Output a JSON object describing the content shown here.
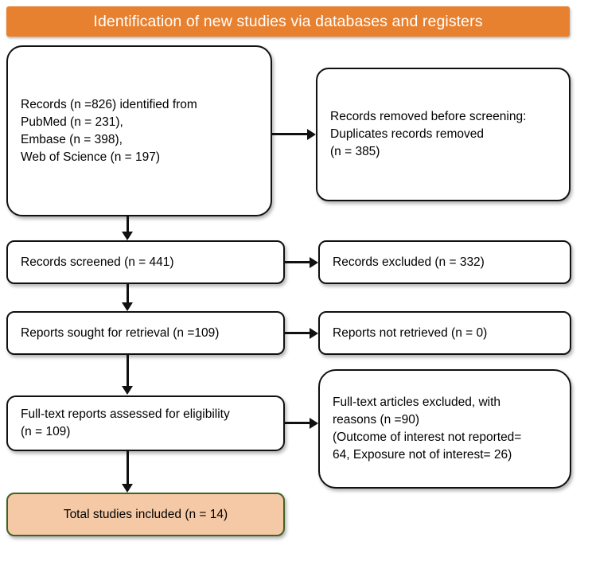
{
  "diagram": {
    "type": "prisma-flow-diagram",
    "banner": {
      "label": "Identification of new studies via databases and registers",
      "background_color": "#E8812F",
      "text_color": "#FFFFFF"
    },
    "colors": {
      "banner": "#E8812F",
      "box_border": "#111111",
      "box_fill": "#FFFFFF",
      "included_fill": "#F5C9A5",
      "included_border": "#3F6327",
      "connector": "#111111"
    },
    "boxes": {
      "identified": {
        "text": "Records (n =826) identified from\nPubMed (n = 231),\nEmbase (n = 398),\nWeb of Science (n = 197)"
      },
      "removed": {
        "text": "Records removed before screening:\nDuplicates records removed\n (n = 385)"
      },
      "screened": {
        "text": "Records screened (n =  441)"
      },
      "excluded": {
        "text": "Records excluded (n = 332)"
      },
      "sought": {
        "text": "Reports sought for retrieval (n =109)"
      },
      "not_retrieved": {
        "text": "Reports not retrieved (n = 0)"
      },
      "fulltext": {
        "text": "Full-text reports assessed for eligibility\n(n = 109)"
      },
      "fulltext_excluded": {
        "text": "Full-text articles excluded, with\nreasons (n  =90)\n(Outcome of interest not reported=\n64, Exposure not of interest= 26)"
      },
      "included": {
        "text": "Total studies included (n = 14)"
      }
    },
    "counts": {
      "identified_total": 826,
      "pubmed": 231,
      "embase": 398,
      "web_of_science": 197,
      "duplicates_removed": 385,
      "screened": 441,
      "records_excluded": 332,
      "reports_sought": 109,
      "reports_not_retrieved": 0,
      "fulltext_assessed": 109,
      "fulltext_excluded": 90,
      "outcome_not_reported": 64,
      "exposure_not_of_interest": 26,
      "total_included": 14
    }
  }
}
